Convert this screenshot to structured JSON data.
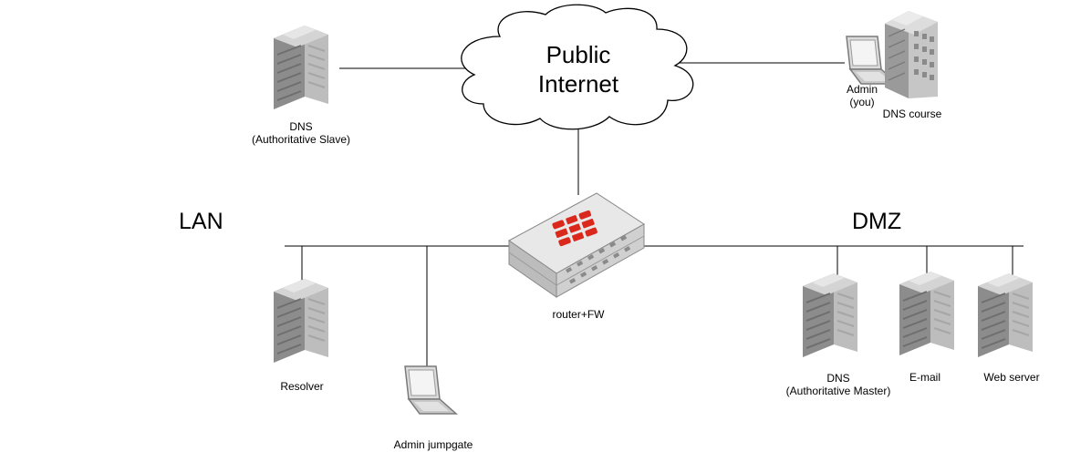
{
  "cloud": {
    "line1": "Public",
    "line2": "Internet"
  },
  "zones": {
    "lan": "LAN",
    "dmz": "DMZ"
  },
  "nodes": {
    "dns_slave": {
      "line1": "DNS",
      "line2": "(Authoritative Slave)"
    },
    "admin_you": {
      "line1": "Admin",
      "line2": "(you)"
    },
    "dns_course": {
      "label": "DNS course"
    },
    "router": {
      "label": "router+FW"
    },
    "resolver": {
      "label": "Resolver"
    },
    "jumpgate": {
      "label": "Admin jumpgate"
    },
    "dns_master": {
      "line1": "DNS",
      "line2": "(Authoritative Master)"
    },
    "email": {
      "label": "E-mail"
    },
    "web": {
      "label": "Web server"
    }
  },
  "icons": {
    "server": "server-tower-icon",
    "laptop": "laptop-icon",
    "building": "office-building-icon",
    "router": "fortinet-router-firewall-icon",
    "cloud": "cloud-icon"
  },
  "colors": {
    "brand_red": "#da291c",
    "line": "#000000",
    "device_gray": "#9a9a9a"
  }
}
